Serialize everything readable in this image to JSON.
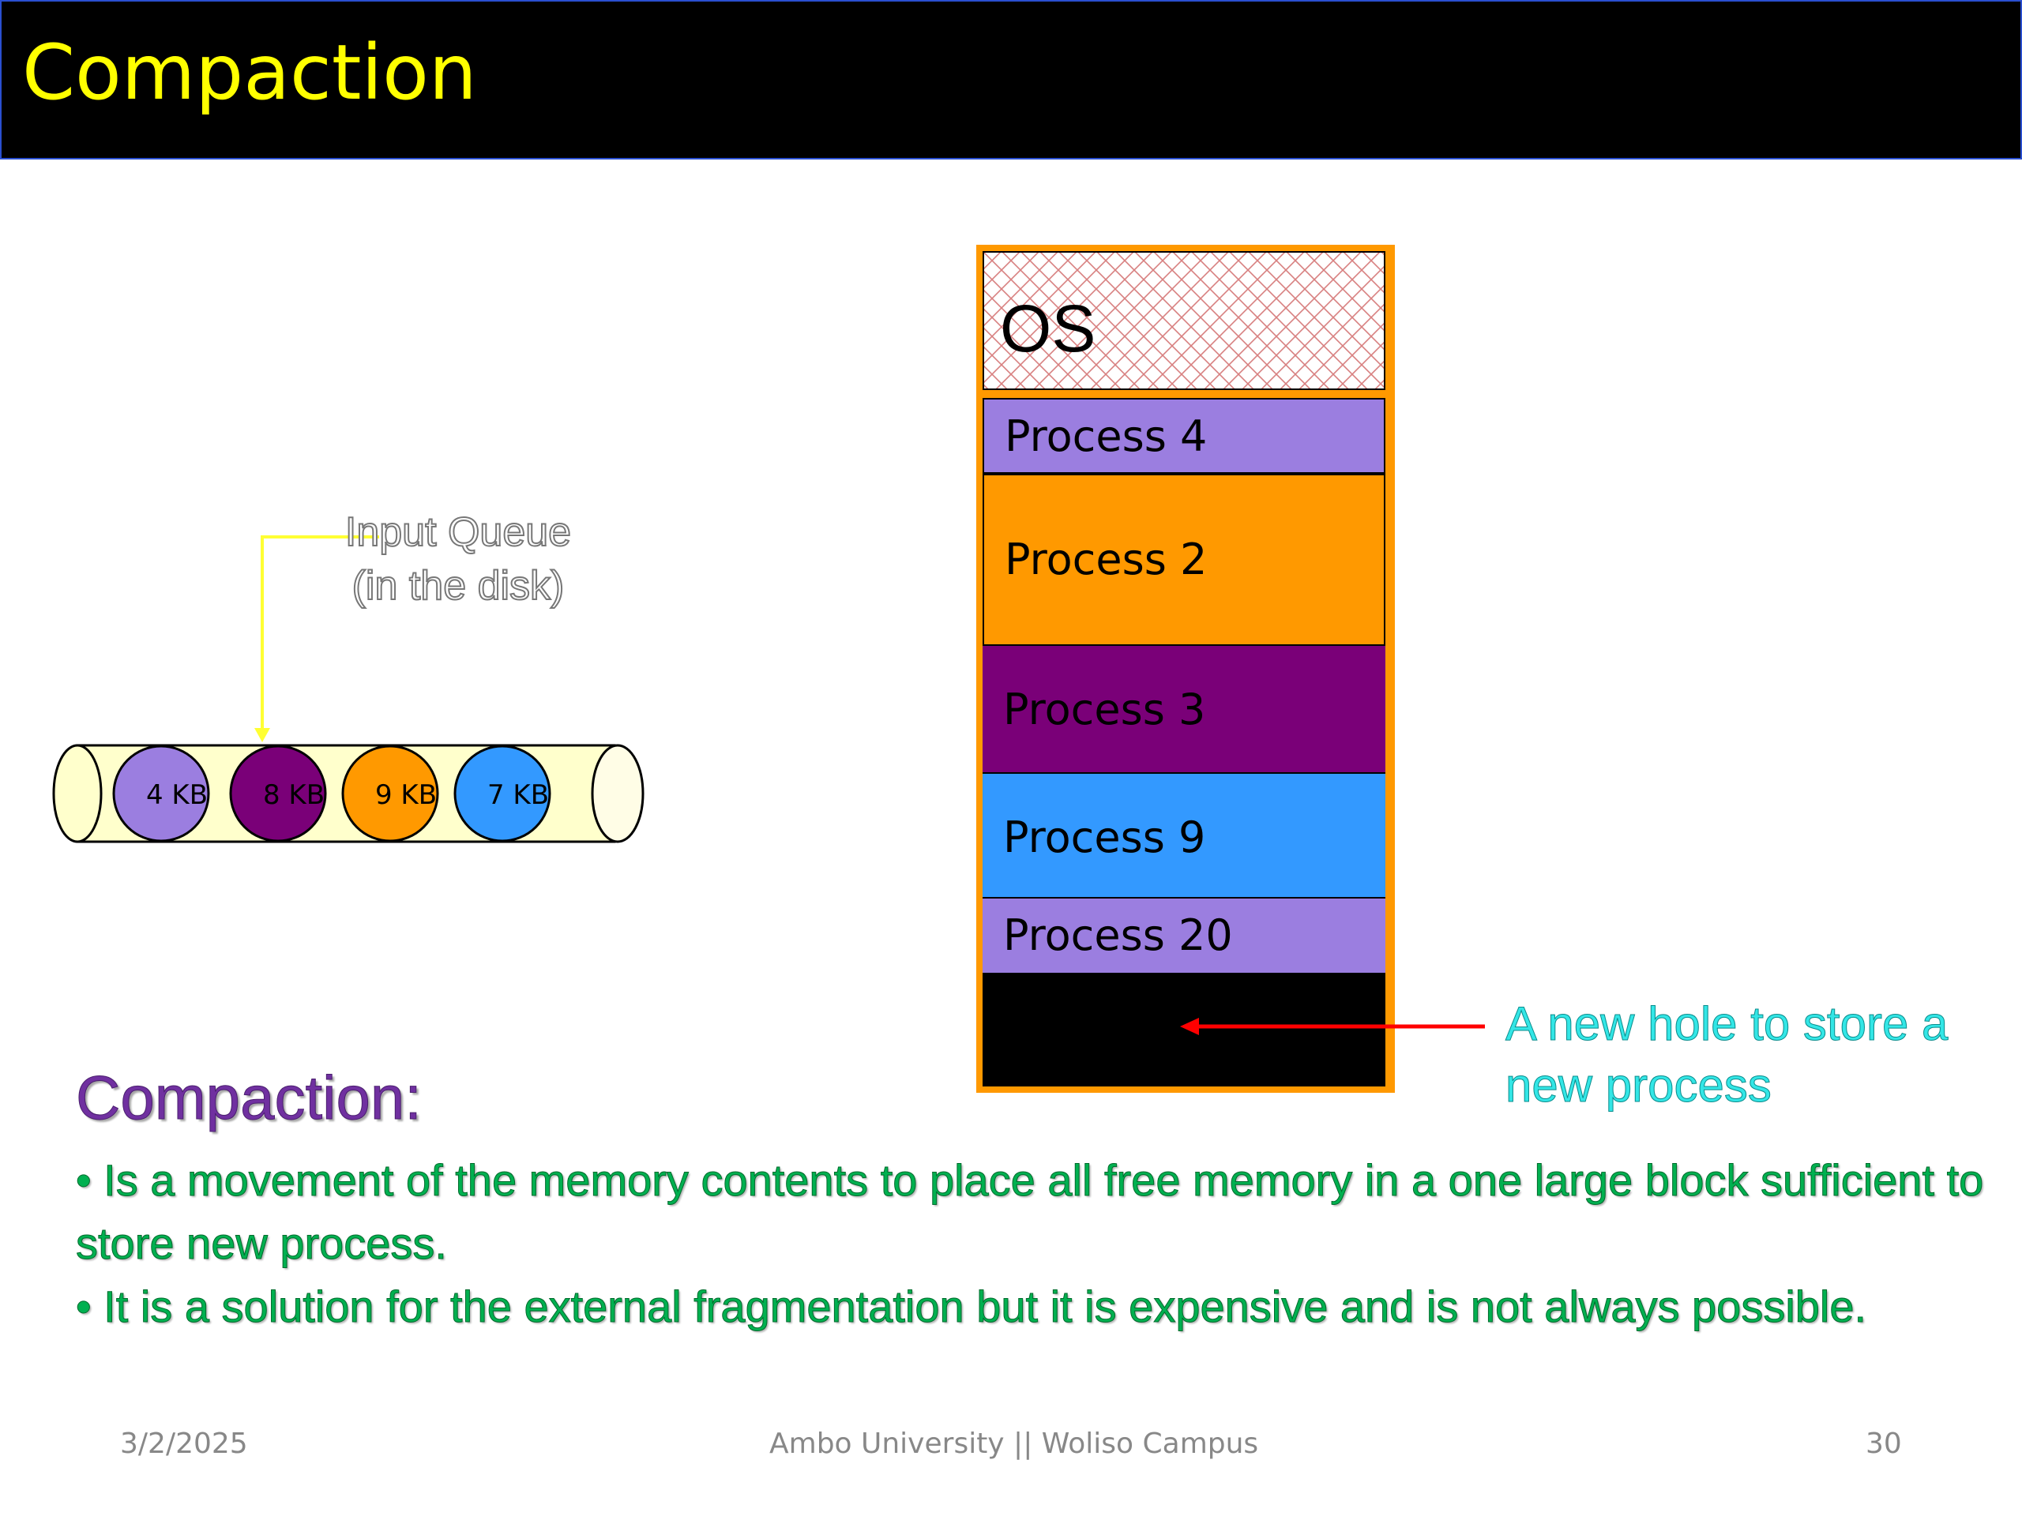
{
  "slide": {
    "title": "Compaction",
    "colors": {
      "title_bar": "#000000",
      "title_text": "#ffff00",
      "frame": "#ff9900",
      "arrow": "#ff0000",
      "hole_text": "#33e6e6",
      "heading": "#7030a0",
      "body_text": "#00b050"
    }
  },
  "input_queue": {
    "label_line1": "Input Queue",
    "label_line2": "(in the disk)",
    "items": [
      {
        "label": "4 KB",
        "color": "#9b7ee0"
      },
      {
        "label": "8 KB",
        "color": "#7a0078"
      },
      {
        "label": "9 KB",
        "color": "#ff9900"
      },
      {
        "label": "7 KB",
        "color": "#3399ff"
      }
    ]
  },
  "memory": {
    "segments": [
      {
        "label": "OS",
        "color": "hatched"
      },
      {
        "label": "Process 4",
        "color": "#9b7ee0"
      },
      {
        "label": "Process 2",
        "color": "#ff9900"
      },
      {
        "label": "Process 3",
        "color": "#7a0078"
      },
      {
        "label": "Process 9",
        "color": "#3399ff"
      },
      {
        "label": "Process 20",
        "color": "#9b7ee0"
      },
      {
        "label": "",
        "color": "#000000"
      }
    ]
  },
  "annotation": {
    "hole_line1": "A new hole to store a",
    "hole_line2": "new process"
  },
  "content": {
    "heading": "Compaction:",
    "bullet1": "• Is a movement of the memory contents to place all free memory in a one large block sufficient to store new process.",
    "bullet2": "• It is a solution for the external fragmentation but it is expensive and is not always possible."
  },
  "footer": {
    "date": "3/2/2025",
    "center": "Ambo University || Woliso Campus",
    "page": "30"
  }
}
